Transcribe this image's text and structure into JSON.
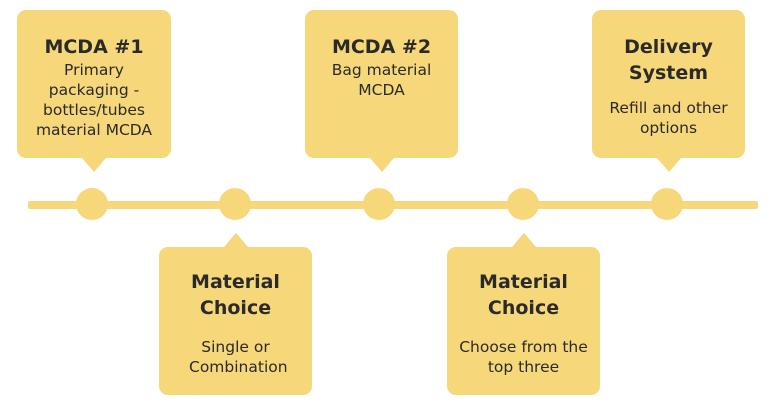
{
  "colors": {
    "accent": "#f6d87a",
    "text": "#2a2a2a",
    "background": "#ffffff"
  },
  "milestones": [
    {
      "title": "MCDA #1",
      "description": "Primary packaging - bottles/tubes material MCDA"
    },
    {
      "title": "Material Choice",
      "description": "Single or Combination"
    },
    {
      "title": "MCDA #2",
      "description": "Bag material MCDA"
    },
    {
      "title": "Material Choice",
      "description": "Choose from the top three"
    },
    {
      "title": "Delivery System",
      "description": "Refill and other options"
    }
  ]
}
